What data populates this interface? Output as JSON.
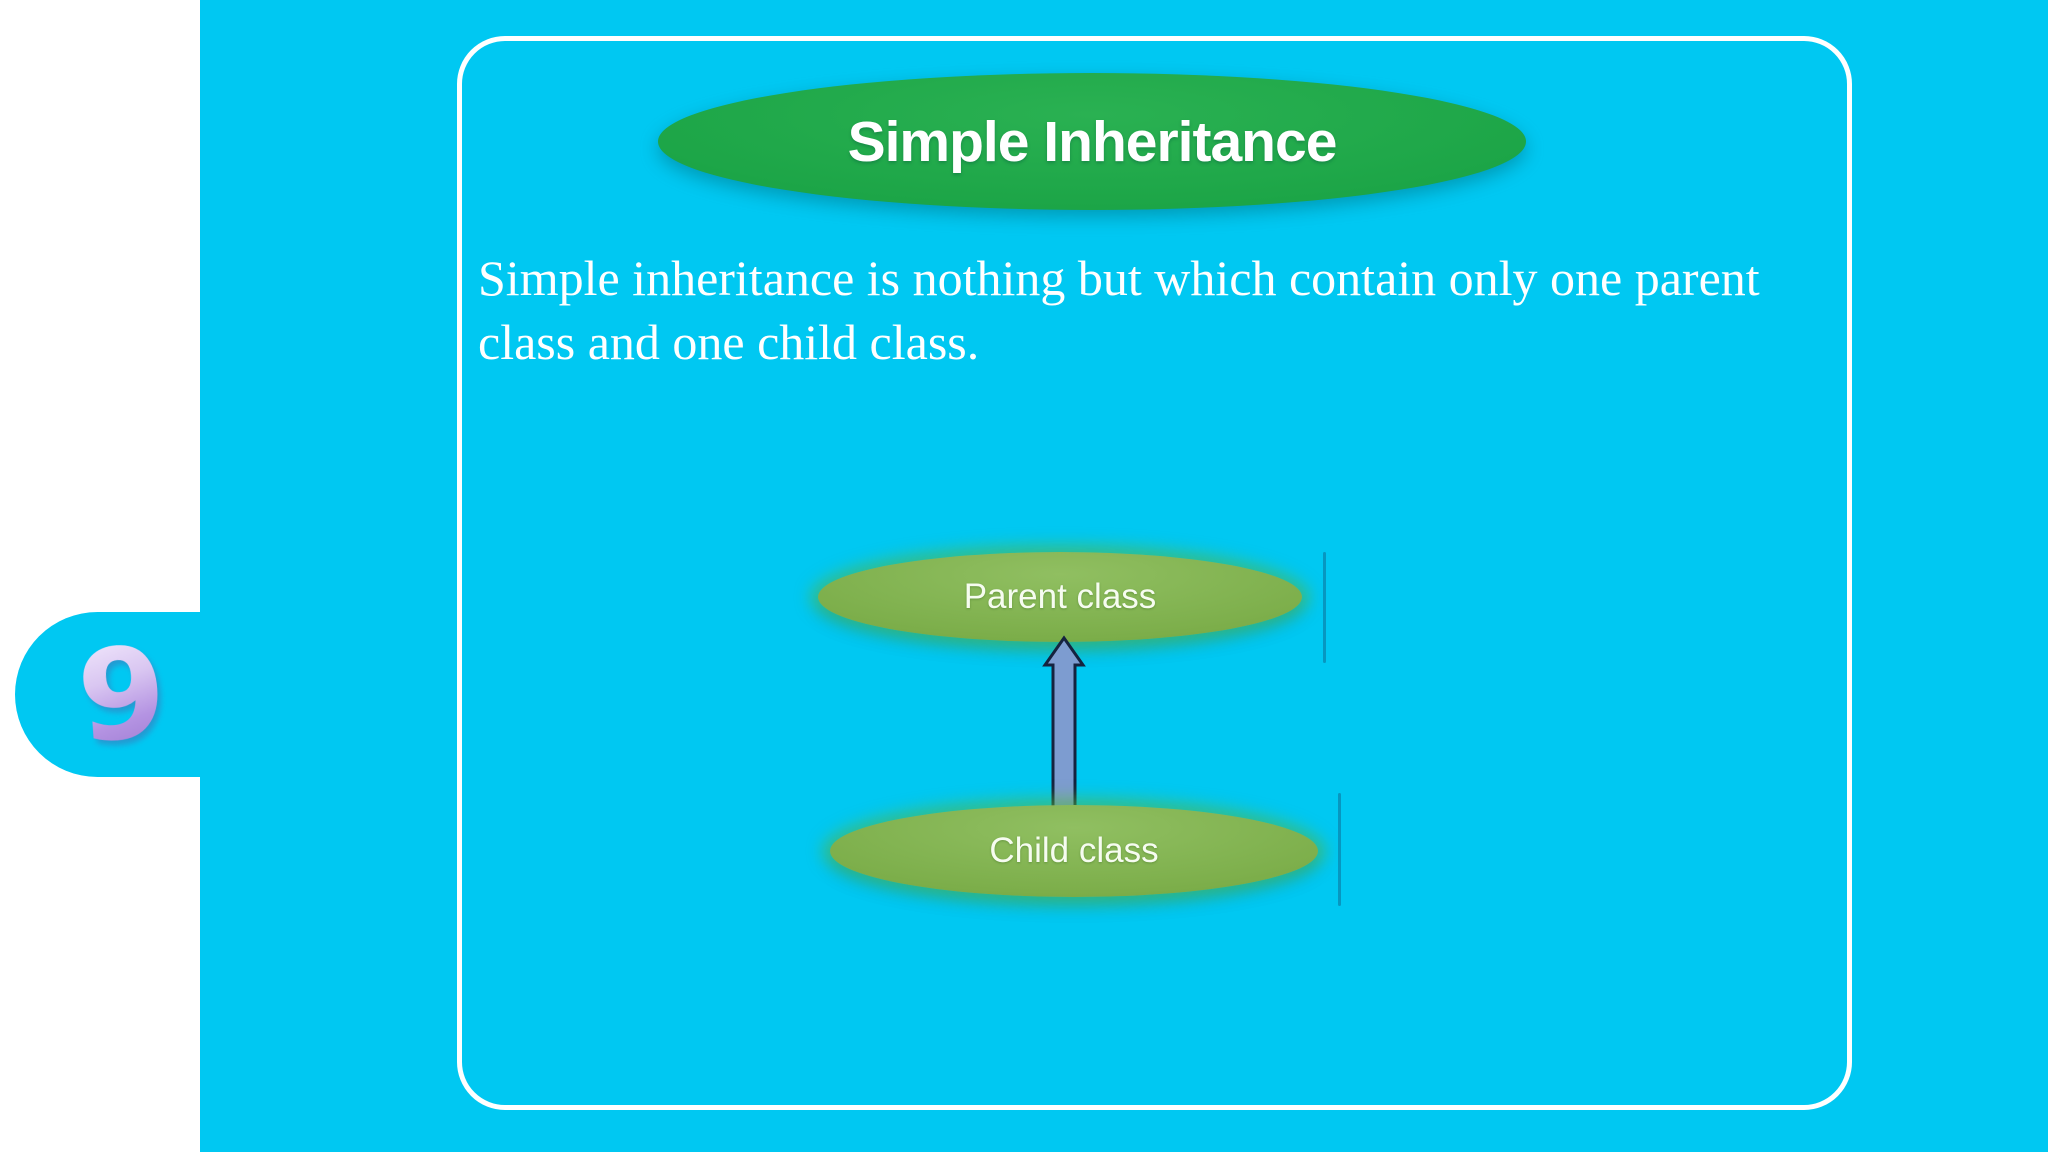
{
  "slide": {
    "page_number": "9",
    "title": "Simple Inheritance",
    "body_lines": [
      "Simple inheritance is nothing but which contain only one parent",
      "class and one child class."
    ],
    "diagram": {
      "nodes": [
        {
          "id": "parent",
          "label": "Parent class"
        },
        {
          "id": "child",
          "label": "Child class"
        }
      ],
      "edge": {
        "from": "Child class",
        "to": "Parent class",
        "style": "upward-block-arrow"
      }
    }
  },
  "colors": {
    "bg-cyan": "#00c8f2",
    "sidebar-white": "#ffffff",
    "frame-border": "#ffffff",
    "title-green": "#1ba446",
    "title-green-dark": "#12953a",
    "node-green": "#7cae4a",
    "node-green-light": "#90bf61",
    "node-green-dark": "#5c9430",
    "node-glow": "#55b942",
    "arrow-fill": "#7d9cd0",
    "arrow-stroke": "#15233f",
    "number-purple": "#b493e2",
    "number-purple-light": "#efe5fb",
    "text-white": "#ffffff"
  }
}
